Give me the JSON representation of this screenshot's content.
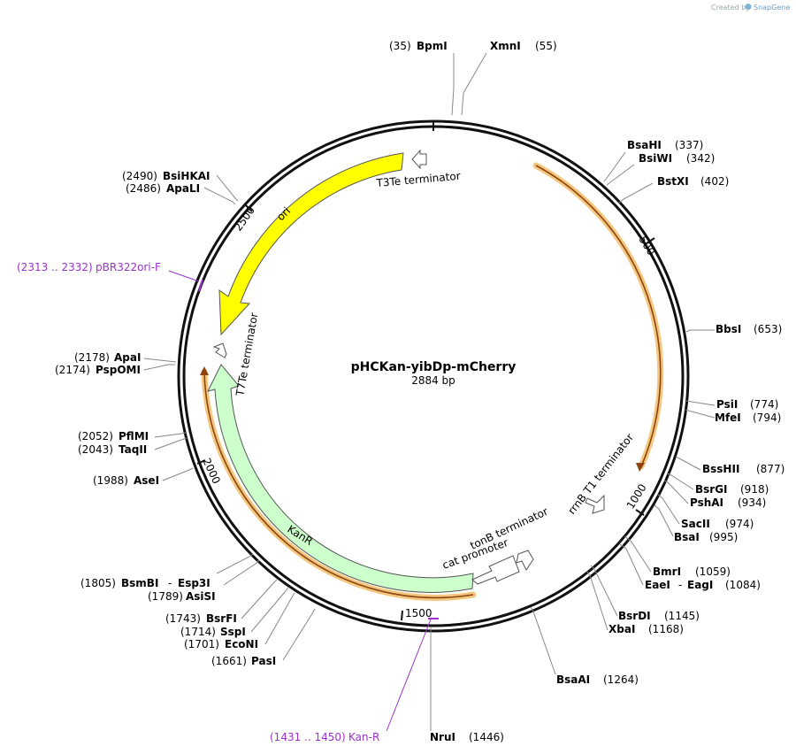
{
  "credit": {
    "prefix": "Created by",
    "brand": "SnapGene"
  },
  "plasmid": {
    "name": "pHCKan-yibDp-mCherry",
    "length": "2884 bp"
  },
  "features": {
    "t3te": "T3Te terminator",
    "ori": "ori",
    "t7te": "T7Te terminator",
    "kanr": "KanR",
    "tonb": "tonB terminator",
    "cat": "cat promoter",
    "rrnb": "rrnB T1 terminator"
  },
  "ticks": [
    "500",
    "1000",
    "1500",
    "2000",
    "2500"
  ],
  "sites": {
    "bpmi": {
      "name": "BpmI",
      "pos": "(35)"
    },
    "xmni": {
      "name": "XmnI",
      "pos": "(55)"
    },
    "bsahi": {
      "name": "BsaHI",
      "pos": "(337)"
    },
    "bsiwi": {
      "name": "BsiWI",
      "pos": "(342)"
    },
    "bstxi": {
      "name": "BstXI",
      "pos": "(402)"
    },
    "bbsi": {
      "name": "BbsI",
      "pos": "(653)"
    },
    "psii": {
      "name": "PsiI",
      "pos": "(774)"
    },
    "mfei": {
      "name": "MfeI",
      "pos": "(794)"
    },
    "bsshii": {
      "name": "BssHII",
      "pos": "(877)"
    },
    "bsrgi": {
      "name": "BsrGI",
      "pos": "(918)"
    },
    "pshai": {
      "name": "PshAI",
      "pos": "(934)"
    },
    "sacii": {
      "name": "SacII",
      "pos": "(974)"
    },
    "bsai": {
      "name": "BsaI",
      "pos": "(995)"
    },
    "bmri": {
      "name": "BmrI",
      "pos": "(1059)"
    },
    "eaei": {
      "name": "EaeI",
      "sep": "-",
      "name2": "EagI",
      "pos": "(1084)"
    },
    "bsrdi": {
      "name": "BsrDI",
      "pos": "(1145)"
    },
    "xbai": {
      "name": "XbaI",
      "pos": "(1168)"
    },
    "bsaai": {
      "name": "BsaAI",
      "pos": "(1264)"
    },
    "nrui": {
      "name": "NruI",
      "pos": "(1446)"
    },
    "pasi": {
      "name": "PasI",
      "pos": "(1661)"
    },
    "econi": {
      "name": "EcoNI",
      "pos": "(1701)"
    },
    "sspi": {
      "name": "SspI",
      "pos": "(1714)"
    },
    "bsrfi": {
      "name": "BsrFI",
      "pos": "(1743)"
    },
    "asisi": {
      "name": "AsiSI",
      "pos": "(1789)"
    },
    "bsmbi": {
      "name": "BsmBI",
      "sep": "-",
      "name2": "Esp3I",
      "pos": "(1805)"
    },
    "asei": {
      "name": "AseI",
      "pos": "(1988)"
    },
    "taqii": {
      "name": "TaqII",
      "pos": "(2043)"
    },
    "pflmi": {
      "name": "PflMI",
      "pos": "(2052)"
    },
    "pspomi": {
      "name": "PspOMI",
      "pos": "(2174)"
    },
    "apai": {
      "name": "ApaI",
      "pos": "(2178)"
    },
    "apali": {
      "name": "ApaLI",
      "pos": "(2486)"
    },
    "bsihkai": {
      "name": "BsiHKAI",
      "pos": "(2490)"
    }
  },
  "primers": {
    "pbr322": {
      "range": "(2313 .. 2332)",
      "name": "pBR322ori-F"
    },
    "kanr": {
      "range": "(1431 .. 1450)",
      "name": "Kan-R"
    }
  },
  "colors": {
    "backbone": "#111111",
    "ori": "#ffff00",
    "kanr": "#ccffcc",
    "orf_highlight": "#f5c77e",
    "orf_line": "#8b4513",
    "primer": "#9933cc",
    "terminator": "#ffffff"
  }
}
